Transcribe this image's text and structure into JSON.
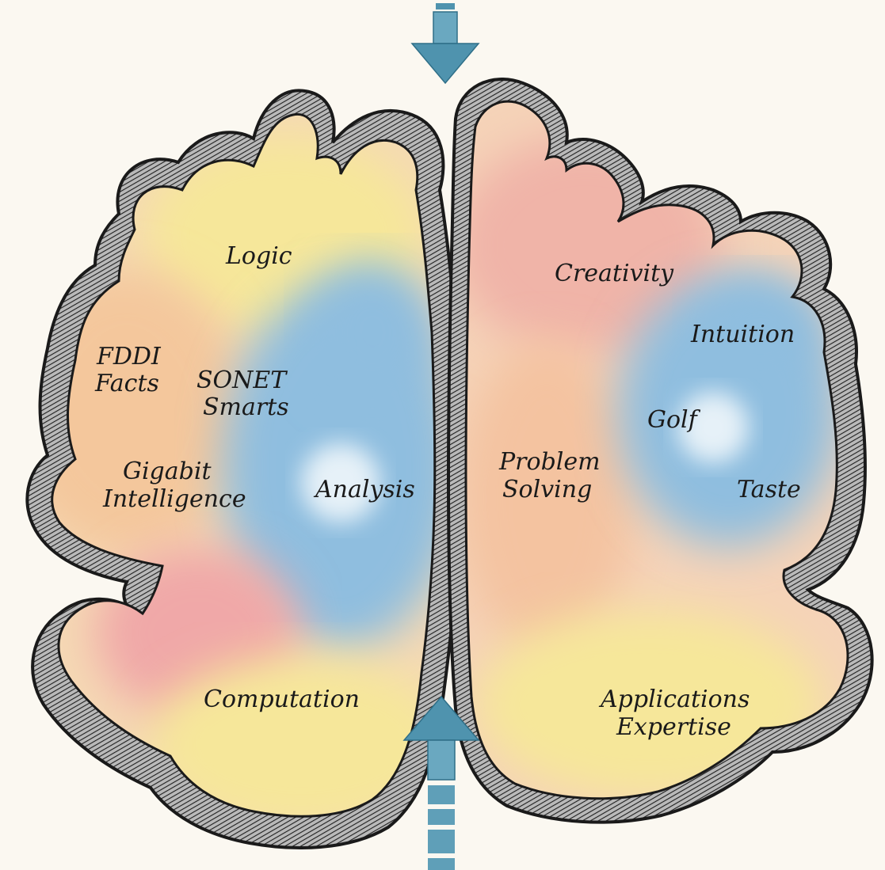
{
  "hemispheres": {
    "left": {
      "regions": [
        {
          "id": "logic",
          "label": "Logic"
        },
        {
          "id": "fddi",
          "label_lines": [
            "FDDI",
            "Facts"
          ]
        },
        {
          "id": "sonet",
          "label_lines": [
            "SONET",
            "Smarts"
          ]
        },
        {
          "id": "gigabit",
          "label_lines": [
            "Gigabit",
            "Intelligence"
          ]
        },
        {
          "id": "analysis",
          "label": "Analysis"
        },
        {
          "id": "computation",
          "label": "Computation"
        }
      ]
    },
    "right": {
      "regions": [
        {
          "id": "creativity",
          "label": "Creativity"
        },
        {
          "id": "intuition",
          "label": "Intuition"
        },
        {
          "id": "golf",
          "label": "Golf"
        },
        {
          "id": "problem",
          "label_lines": [
            "Problem",
            "Solving"
          ]
        },
        {
          "id": "taste",
          "label": "Taste"
        },
        {
          "id": "applications",
          "label_lines": [
            "Applications",
            "Expertise"
          ]
        }
      ]
    }
  },
  "colors": {
    "background": "#fbf8f1",
    "cortex_outline": "#2a2a2a",
    "cortex_fill": "#8a8a8a",
    "yellow": "#f6e79a",
    "peach": "#f4c79c",
    "pink": "#f0a8a8",
    "blue": "#8fbedf",
    "arrow": "#4f93ae"
  },
  "icons": {
    "top_arrow": "arrow-down-icon",
    "bottom_arrow": "arrow-up-icon"
  }
}
